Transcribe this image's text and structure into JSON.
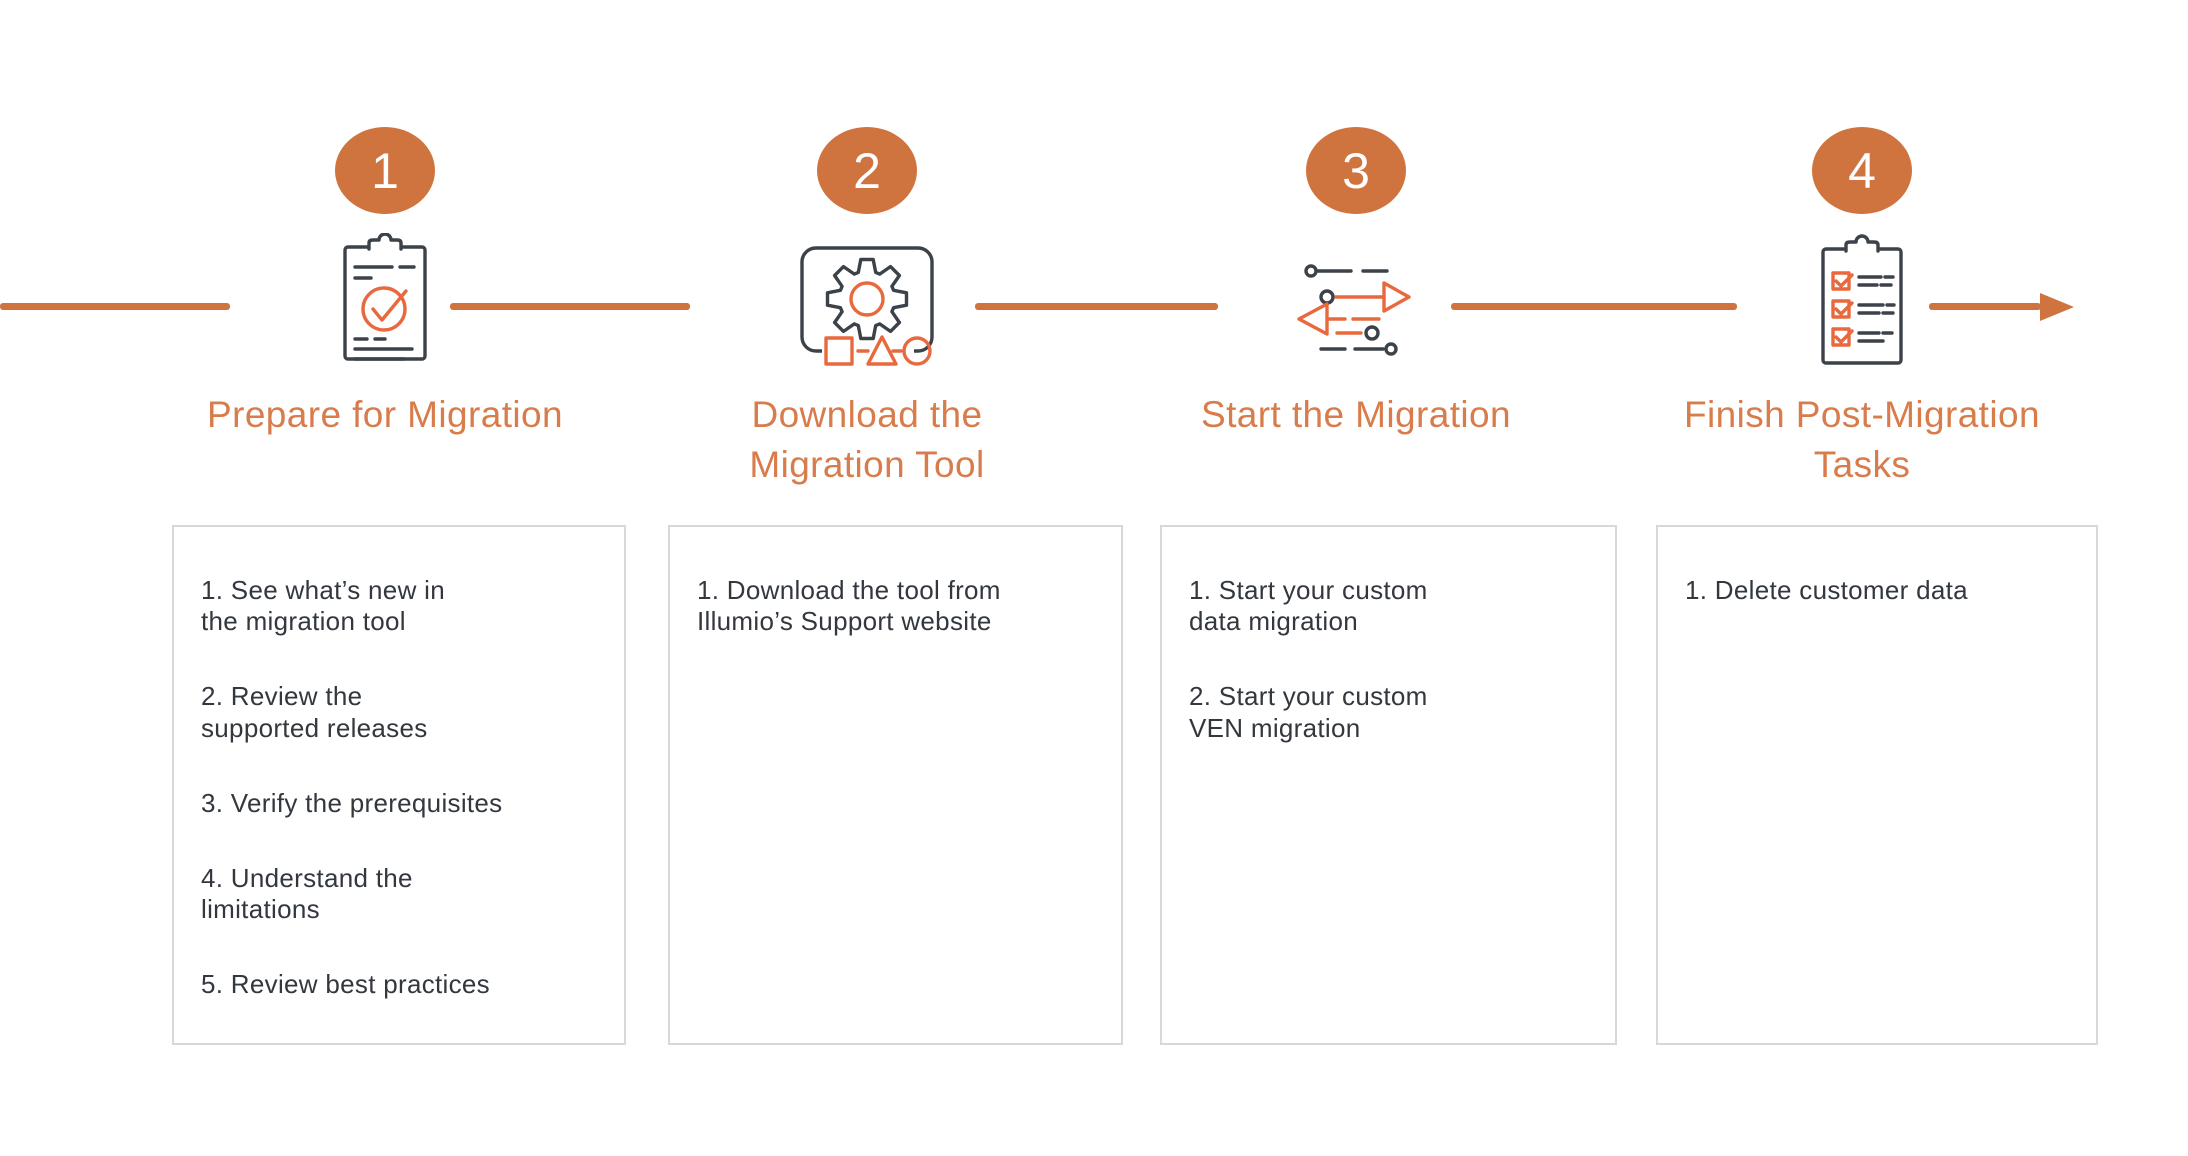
{
  "diagram": {
    "type": "process-flow",
    "colors": {
      "shape_orange": "#D0743F",
      "title_orange": "#D87C4B",
      "icon_orange": "#E8693E",
      "icon_dark": "#3C4249",
      "box_border": "#D8D8D8",
      "body_text": "#33383F",
      "badge_number": "#FFFFFF"
    },
    "steps": [
      {
        "number": "1",
        "title": "Prepare for Migration",
        "icon": "clipboard-check-icon",
        "items": [
          "1. See what’s new in\nthe migration tool",
          "2. Review the\nsupported releases",
          "3. Verify the prerequisites",
          "4. Understand the\nlimitations",
          "5. Review best practices"
        ]
      },
      {
        "number": "2",
        "title": "Download the\nMigration Tool",
        "icon": "gear-tool-icon",
        "items": [
          "1. Download the tool from\nIllumio’s Support website"
        ]
      },
      {
        "number": "3",
        "title": "Start the Migration",
        "icon": "data-transfer-arrows-icon",
        "items": [
          "1. Start your custom\ndata migration",
          "2. Start your custom\nVEN migration"
        ]
      },
      {
        "number": "4",
        "title": "Finish Post-Migration\nTasks",
        "icon": "checklist-icon",
        "items": [
          "1. Delete customer data"
        ]
      }
    ]
  }
}
